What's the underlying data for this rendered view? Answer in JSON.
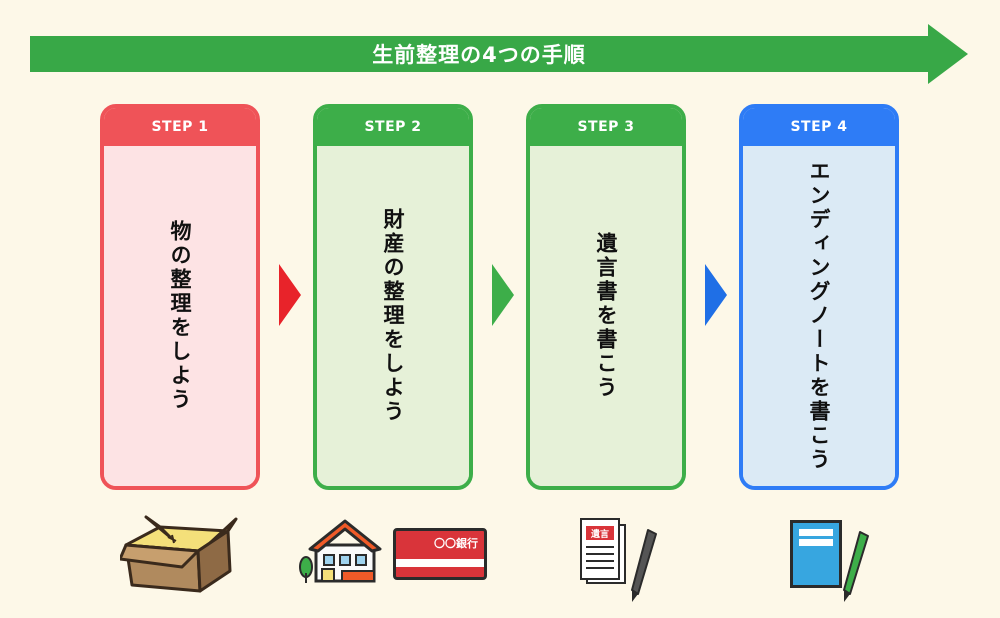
{
  "banner": {
    "title": "生前整理の4つの手順",
    "color": "#38a847"
  },
  "steps": [
    {
      "label": "STEP 1",
      "text": "物の整理をしよう",
      "color": "#ef5358"
    },
    {
      "label": "STEP 2",
      "text": "財産の整理をしよう",
      "color": "#3dae49"
    },
    {
      "label": "STEP 3",
      "text": "遺言書を書こう",
      "color": "#3dae49"
    },
    {
      "label": "STEP 4",
      "text": "エンディングノートを書こう",
      "color": "#2e7cf6"
    }
  ],
  "illustrations": {
    "box_icon": "open-cardboard-box-icon",
    "house_icon": "house-icon",
    "bankbook": {
      "text": "〇〇銀行"
    },
    "will": {
      "text": "遺言"
    },
    "notebook_icon": "notebook-with-pen-icon"
  }
}
